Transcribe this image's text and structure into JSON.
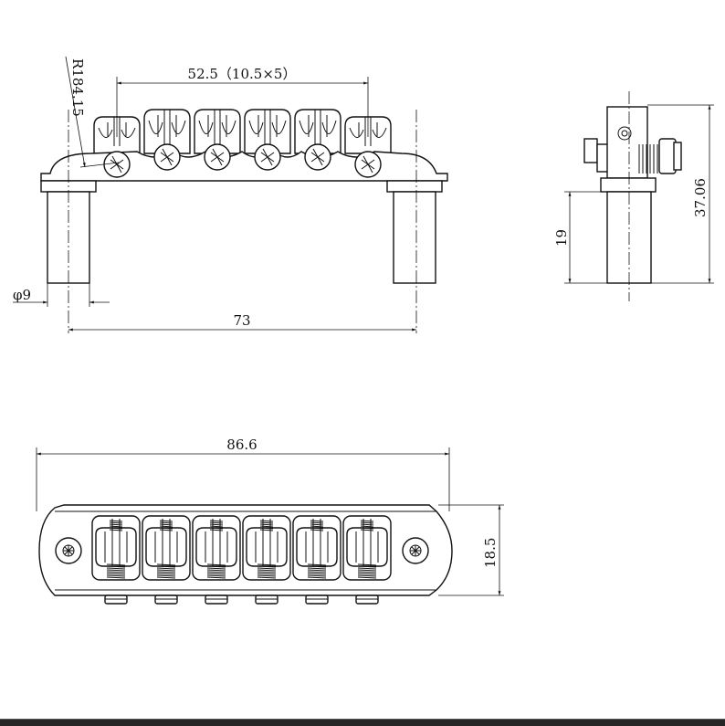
{
  "drawing": {
    "front_view": {
      "saddle_spacing_label": "52.5（10.5×5）",
      "radius_label": "R184.15",
      "post_diameter_label": "φ9",
      "post_spacing_label": "73",
      "saddle_count": 6
    },
    "side_view": {
      "post_height_label": "19",
      "total_height_label": "37.06"
    },
    "top_view": {
      "overall_length_label": "86.6",
      "width_label": "18.5"
    },
    "line_color": "#111111"
  }
}
